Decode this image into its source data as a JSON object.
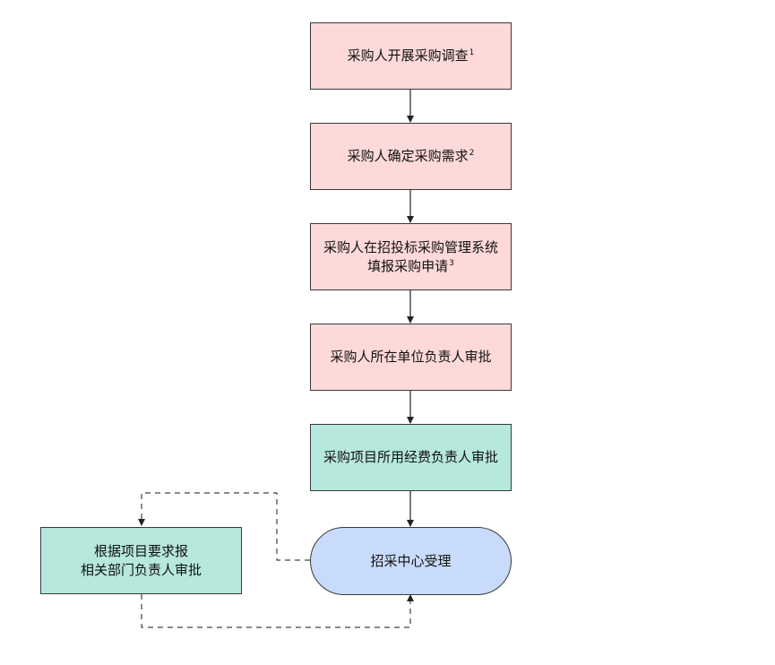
{
  "nodes": {
    "survey": {
      "text": "采购人开展采购调查",
      "note": "1"
    },
    "demand": {
      "text": "采购人确定采购需求",
      "note": "2"
    },
    "apply": {
      "line1": "采购人在招投标采购管理系统",
      "line2": "填报采购申请",
      "note": "3"
    },
    "unit": {
      "text": "采购人所在单位负责人审批"
    },
    "funds": {
      "text": "采购项目所用经费负责人审批"
    },
    "center": {
      "text": "招采中心受理"
    },
    "dept": {
      "line1": "根据项目要求报",
      "line2": "相关部门负责人审批"
    }
  },
  "colors": {
    "step_fill": "#fdd9d9",
    "approval_fill": "#b6e8de",
    "center_fill": "#c9dbfa",
    "stroke": "#3a3a3a"
  }
}
